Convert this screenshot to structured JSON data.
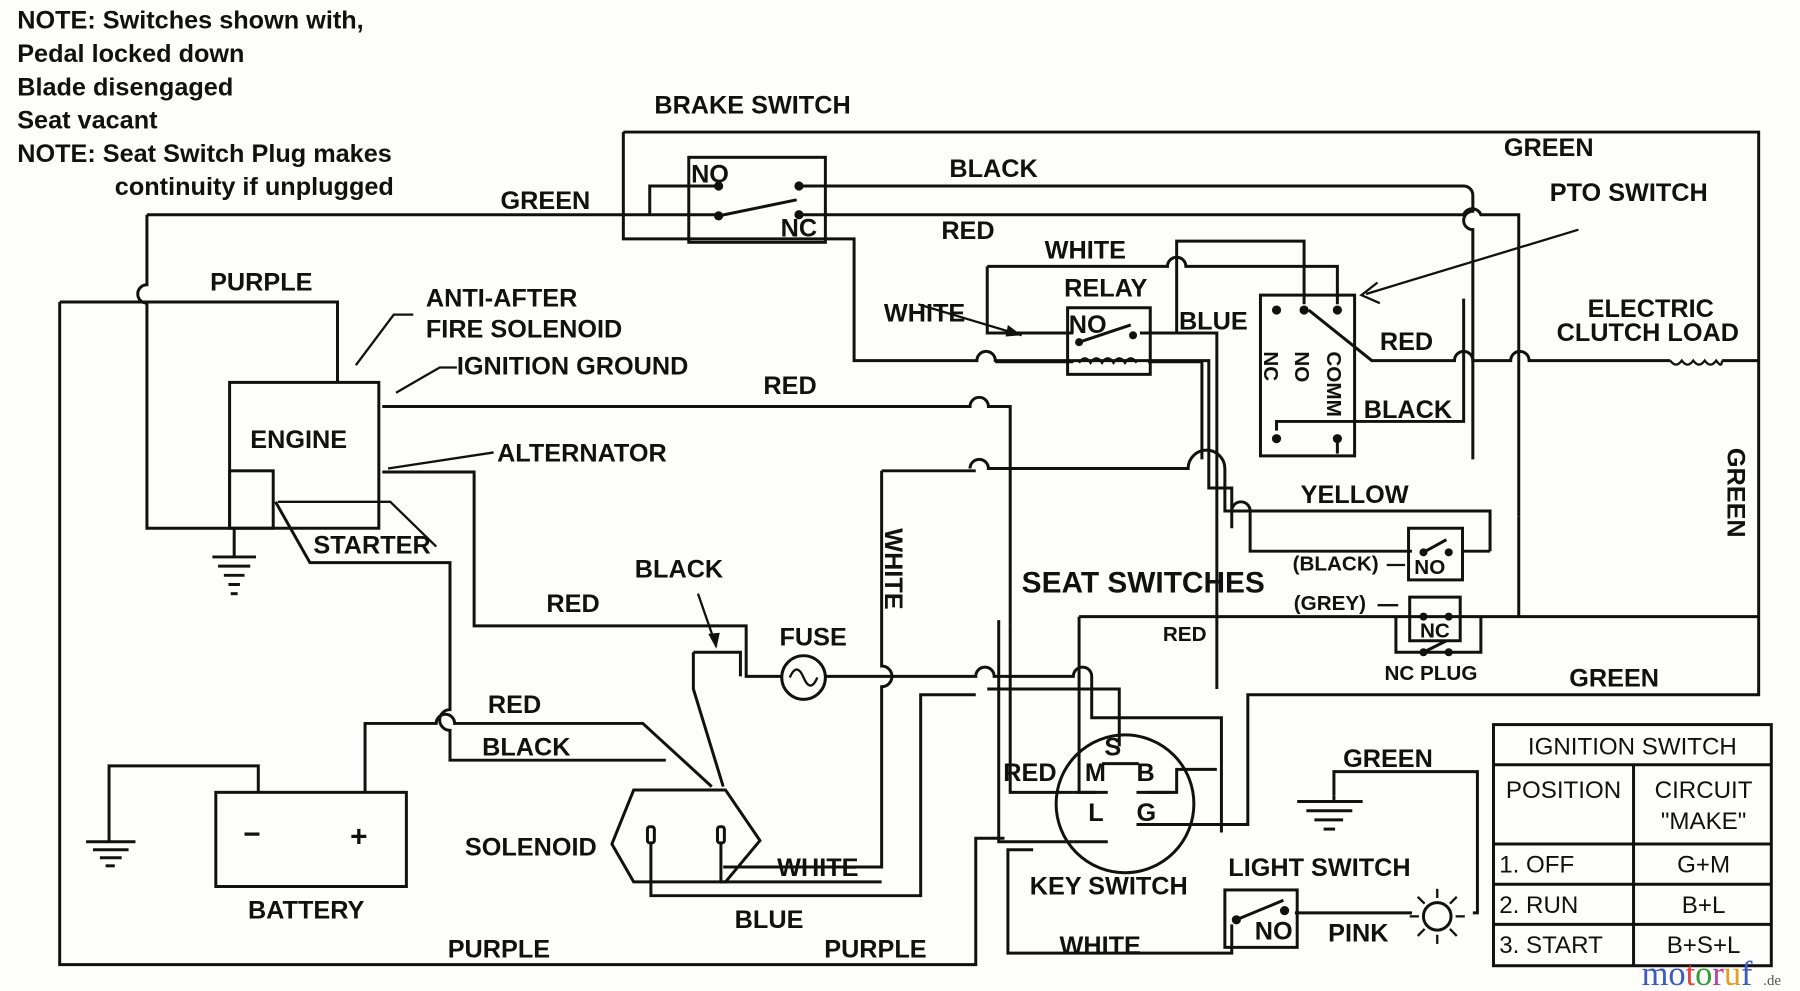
{
  "notes": [
    "NOTE: Switches shown with,",
    "Pedal locked down",
    "Blade disengaged",
    "Seat vacant",
    "NOTE: Seat Switch Plug makes",
    "continuity if unplugged"
  ],
  "components": {
    "brake_switch": {
      "title": "BRAKE SWITCH",
      "no": "NO",
      "nc": "NC"
    },
    "pto_switch": {
      "title": "PTO SWITCH",
      "nc": "NC",
      "no": "NO",
      "comm": "COMM"
    },
    "relay": {
      "title": "RELAY",
      "no": "NO"
    },
    "engine": {
      "title": "ENGINE"
    },
    "anti_after_fire_line1": "ANTI-AFTER",
    "anti_after_fire_line2": "FIRE SOLENOID",
    "ignition_ground": "IGNITION GROUND",
    "alternator": "ALTERNATOR",
    "starter": "STARTER",
    "battery": {
      "title": "BATTERY",
      "neg": "−",
      "pos": "+"
    },
    "solenoid": "SOLENOID",
    "fuse": "FUSE",
    "electric_clutch_line1": "ELECTRIC",
    "electric_clutch_line2": "CLUTCH LOAD",
    "seat_switches": {
      "title": "SEAT SWITCHES",
      "black_tag": "(BLACK)",
      "grey_tag": "(GREY)",
      "no": "NO",
      "nc": "NC",
      "nc_plug": "NC PLUG"
    },
    "key_switch": {
      "title": "KEY SWITCH",
      "terminals": {
        "s": "S",
        "m": "M",
        "b": "B",
        "l": "L",
        "g": "G"
      }
    },
    "light_switch": {
      "title": "LIGHT SWITCH",
      "no": "NO"
    }
  },
  "wire_labels": {
    "green_top_left": "GREEN",
    "green_top_right": "GREEN",
    "green_right_vertical": "GREEN",
    "green_bottom_right": "GREEN",
    "green_light": "GREEN",
    "black_brake": "BLACK",
    "red_brake": "RED",
    "purple_top": "PURPLE",
    "white_top": "WHITE",
    "white_relay": "WHITE",
    "blue_relay": "BLUE",
    "red_pto": "RED",
    "black_pto": "BLACK",
    "red_ignition": "RED",
    "yellow": "YELLOW",
    "red_alternator": "RED",
    "black_fuse": "BLACK",
    "white_vertical": "WHITE",
    "red_seat": "RED",
    "red_battery": "RED",
    "black_battery": "BLACK",
    "red_key": "RED",
    "white_solenoid": "WHITE",
    "blue_solenoid": "BLUE",
    "purple_bottom_left": "PURPLE",
    "purple_bottom_right": "PURPLE",
    "white_key": "WHITE",
    "pink": "PINK"
  },
  "ignition_table": {
    "title": "IGNITION SWITCH",
    "headers": [
      "POSITION",
      "CIRCUIT",
      "\"MAKE\""
    ],
    "rows": [
      {
        "position": "1. OFF",
        "circuit": "G+M"
      },
      {
        "position": "2. RUN",
        "circuit": "B+L"
      },
      {
        "position": "3. START",
        "circuit": "B+S+L"
      }
    ]
  },
  "watermark": {
    "text": "motoruf",
    "suffix": ".de",
    "colors": [
      "#3b5bbf",
      "#3b5bbf",
      "#d44",
      "#3a9a3a",
      "#c040a0",
      "#e0a020",
      "#3b5bbf"
    ]
  }
}
